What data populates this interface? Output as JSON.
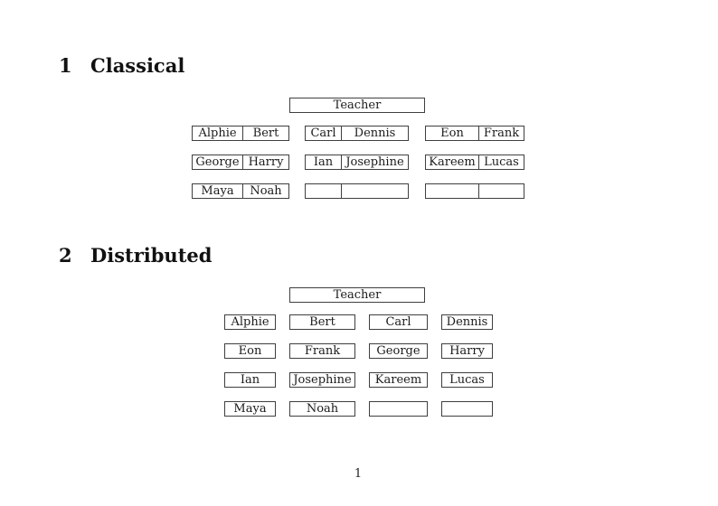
{
  "page": {
    "background": "#ffffff",
    "border_color": "#3f3f3f",
    "text_color": "#1b1b1b",
    "page_number": "1"
  },
  "sections": [
    {
      "number": "1",
      "title": "Classical",
      "teacher_label": "Teacher",
      "rows": [
        {
          "pairs": [
            {
              "left": "Alphie",
              "right": "Bert"
            },
            {
              "left": "Carl",
              "right": "Dennis"
            },
            {
              "left": "Eon",
              "right": "Frank"
            }
          ]
        },
        {
          "pairs": [
            {
              "left": "George",
              "right": "Harry"
            },
            {
              "left": "Ian",
              "right": "Josephine"
            },
            {
              "left": "Kareem",
              "right": "Lucas"
            }
          ]
        },
        {
          "pairs": [
            {
              "left": "Maya",
              "right": "Noah"
            },
            {
              "left": "",
              "right": ""
            },
            {
              "left": "",
              "right": ""
            }
          ]
        }
      ]
    },
    {
      "number": "2",
      "title": "Distributed",
      "teacher_label": "Teacher",
      "rows": [
        {
          "boxes": [
            "Alphie",
            "Bert",
            "Carl",
            "Dennis"
          ]
        },
        {
          "boxes": [
            "Eon",
            "Frank",
            "George",
            "Harry"
          ]
        },
        {
          "boxes": [
            "Ian",
            "Josephine",
            "Kareem",
            "Lucas"
          ]
        },
        {
          "boxes": [
            "Maya",
            "Noah",
            "",
            ""
          ]
        }
      ]
    }
  ]
}
